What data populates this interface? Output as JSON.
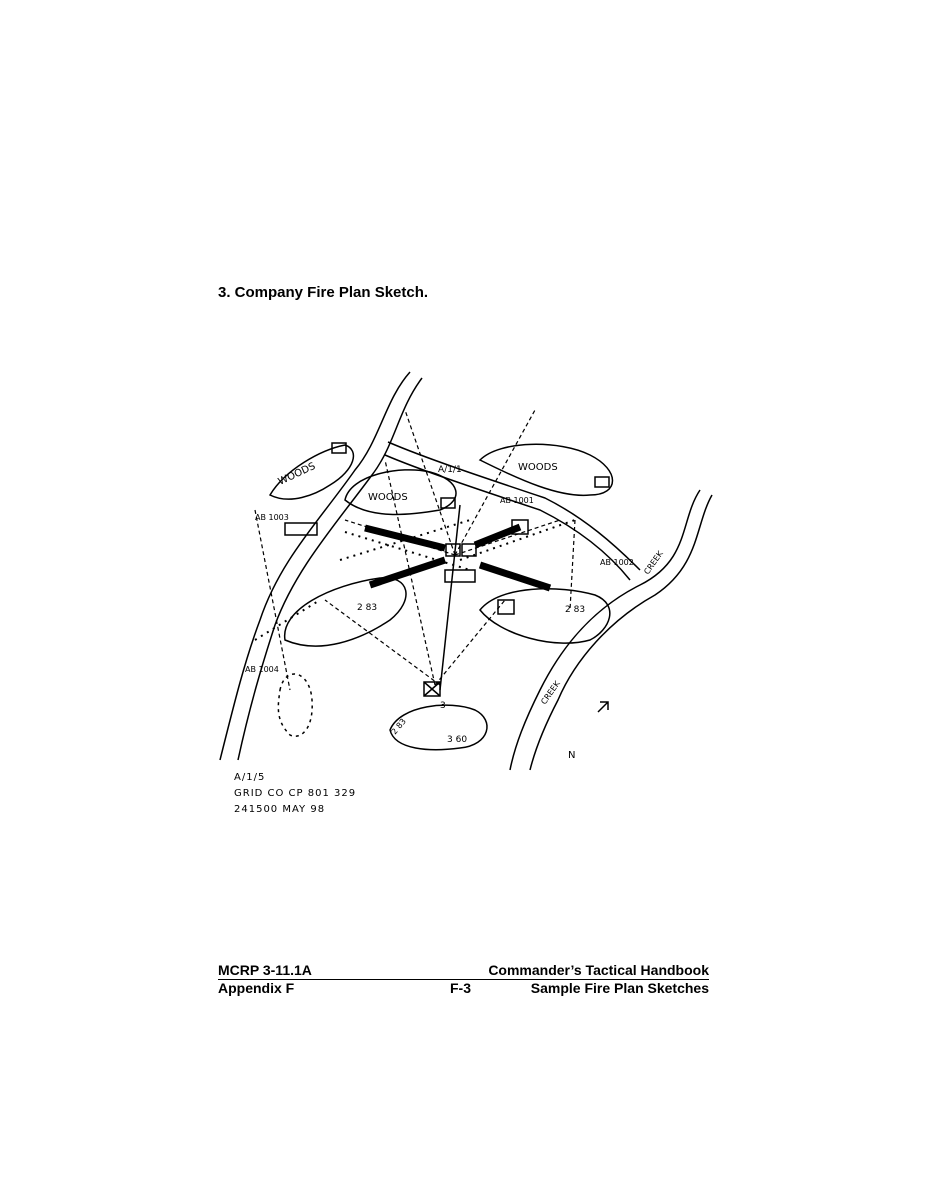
{
  "section_title": "3. Company Fire Plan Sketch.",
  "sketch": {
    "labels": {
      "woods_1": "WOODS",
      "woods_2": "WOODS",
      "woods_3": "WOODS",
      "ab_1003": "AB 1003",
      "ab_1001": "AB 1001",
      "ab_1002": "AB 1002",
      "ab_1004": "AB 1004",
      "creek_1": "CREEK",
      "creek_2": "CREEK",
      "north": "N",
      "unit_a11": "A/1/1",
      "weapon_83_left": "2 83",
      "weapon_83_right": "2 83",
      "weapon_83_bottom": "2 83",
      "weapon_60": "3 60",
      "position_3": "3"
    },
    "notes": [
      "A/1/5",
      "GRID  CO  CP   801 329",
      "241500   MAY 98"
    ]
  },
  "footer": {
    "left_top": "MCRP 3-11.1A",
    "right_top": "Commander’s Tactical Handbook",
    "left_bottom": "Appendix F",
    "page": "F-3",
    "right_bottom": "Sample Fire Plan Sketches"
  }
}
